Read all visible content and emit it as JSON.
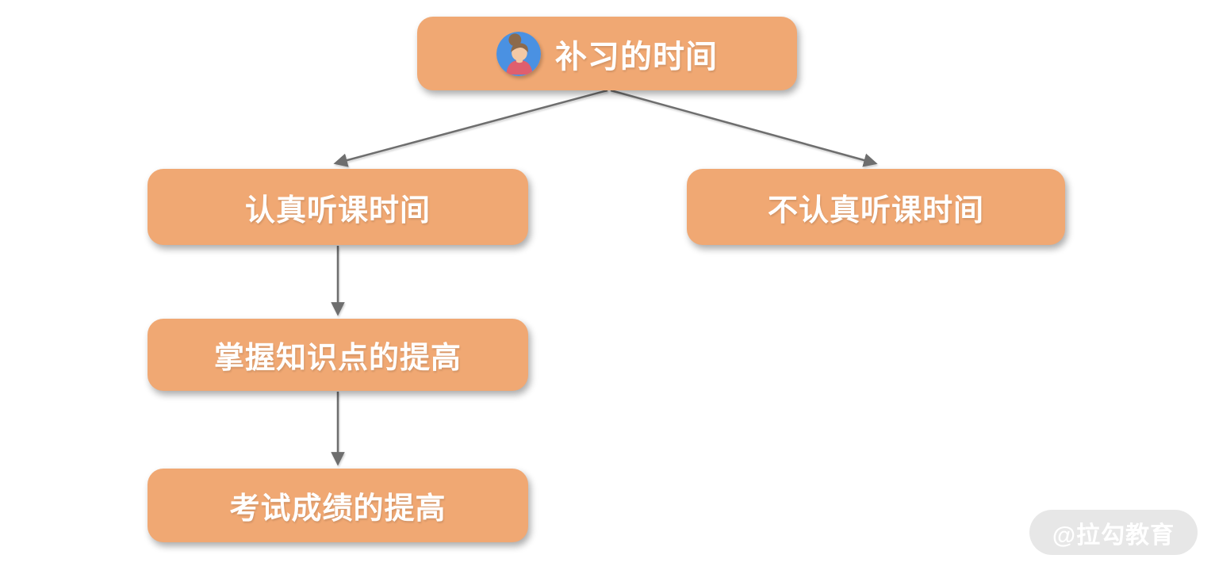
{
  "canvas": {
    "watermark": "@拉勾教育"
  },
  "nodes": {
    "root": {
      "label": "补习的时间",
      "icon": "girl-avatar-icon"
    },
    "attentive": {
      "label": "认真听课时间"
    },
    "inattentive": {
      "label": "不认真听课时间"
    },
    "knowledge": {
      "label": "掌握知识点的提高"
    },
    "score": {
      "label": "考试成绩的提高"
    }
  },
  "edges": [
    {
      "from": "补习的时间",
      "to": "认真听课时间"
    },
    {
      "from": "补习的时间",
      "to": "不认真听课时间"
    },
    {
      "from": "认真听课时间",
      "to": "掌握知识点的提高"
    },
    {
      "from": "掌握知识点的提高",
      "to": "考试成绩的提高"
    }
  ],
  "colors": {
    "node_fill": "#F0A873",
    "node_text": "#FFFFFF",
    "arrow": "#6E6E6E",
    "avatar_bg": "#4A91E2",
    "watermark_bg": "#E7E7E7",
    "watermark_text": "#FFFFFF"
  }
}
